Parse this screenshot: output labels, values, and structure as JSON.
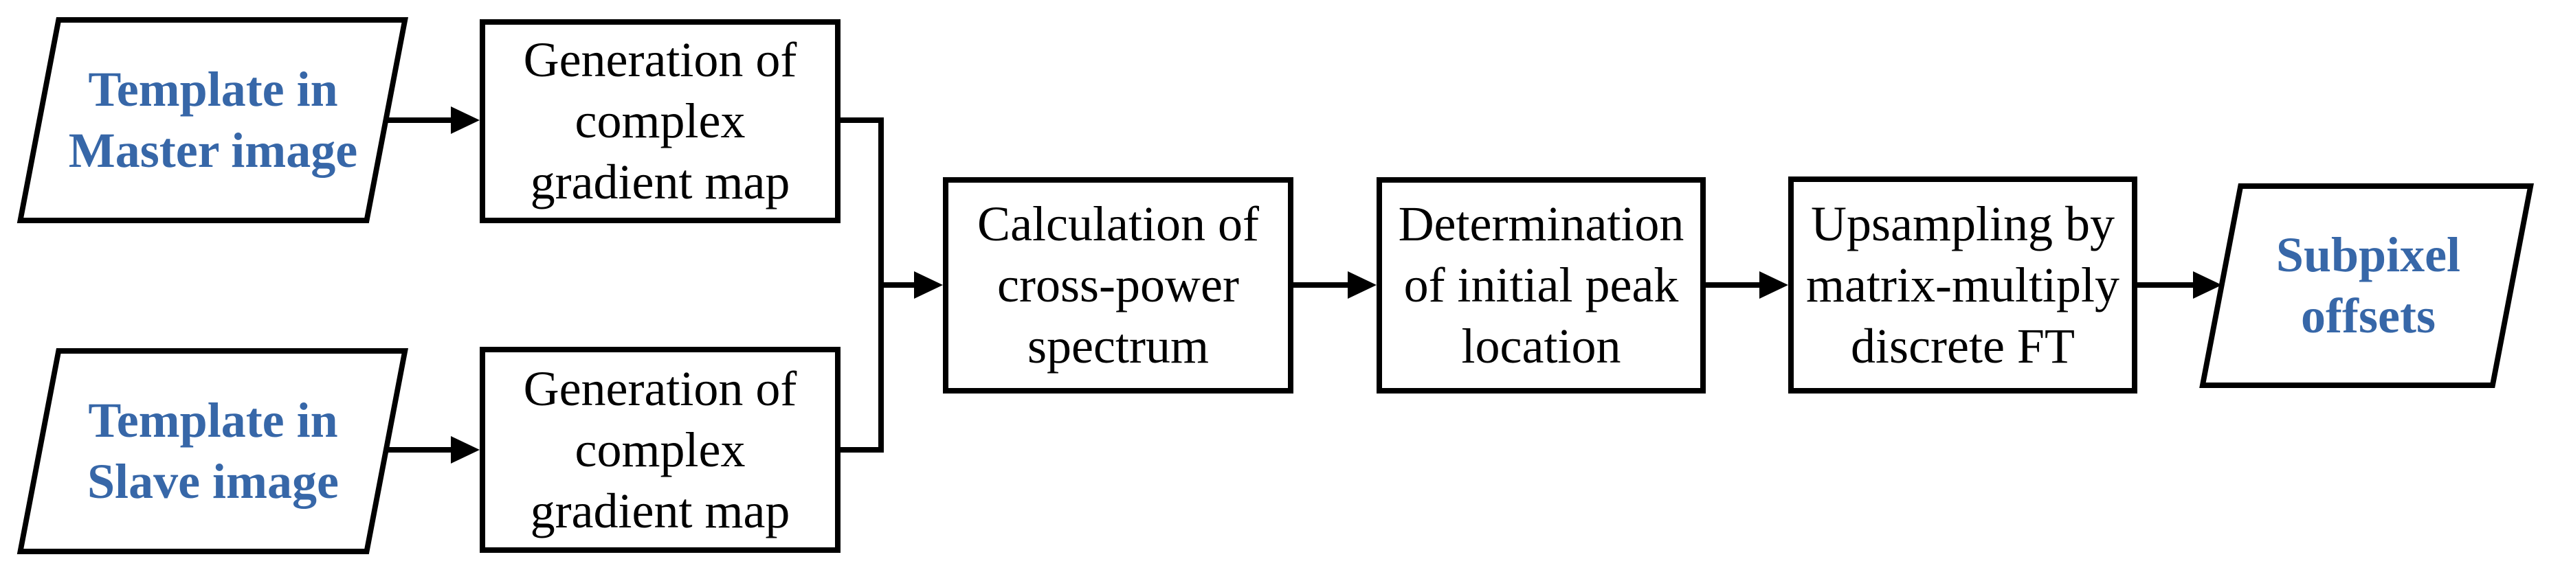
{
  "figure": {
    "type": "flowchart",
    "background_color": "#ffffff",
    "stroke_color": "#000000",
    "accent_text_color": "#3767A8",
    "nodes": [
      {
        "id": "template-master",
        "shape": "parallelogram",
        "role": "input",
        "lines": [
          "Template in",
          "Master image"
        ]
      },
      {
        "id": "generation-top",
        "shape": "rectangle",
        "role": "process",
        "lines": [
          "Generation of",
          "complex",
          "gradient map"
        ]
      },
      {
        "id": "template-slave",
        "shape": "parallelogram",
        "role": "input",
        "lines": [
          "Template in",
          "Slave image"
        ]
      },
      {
        "id": "generation-bottom",
        "shape": "rectangle",
        "role": "process",
        "lines": [
          "Generation of",
          "complex",
          "gradient map"
        ]
      },
      {
        "id": "cross-power",
        "shape": "rectangle",
        "role": "process",
        "lines": [
          "Calculation of",
          "cross-power",
          "spectrum"
        ]
      },
      {
        "id": "peak-location",
        "shape": "rectangle",
        "role": "process",
        "lines": [
          "Determination",
          "of initial peak",
          "location"
        ]
      },
      {
        "id": "upsampling",
        "shape": "rectangle",
        "role": "process",
        "lines": [
          "Upsampling by",
          "matrix-multiply",
          "discrete FT"
        ]
      },
      {
        "id": "subpixel-offsets",
        "shape": "parallelogram",
        "role": "output",
        "lines": [
          "Subpixel",
          "offsets"
        ]
      }
    ],
    "connections": [
      {
        "from": "template-master",
        "to": "generation-top"
      },
      {
        "from": "template-slave",
        "to": "generation-bottom"
      },
      {
        "from": "generation-top",
        "to": "cross-power"
      },
      {
        "from": "generation-bottom",
        "to": "cross-power"
      },
      {
        "from": "cross-power",
        "to": "peak-location"
      },
      {
        "from": "peak-location",
        "to": "upsampling"
      },
      {
        "from": "upsampling",
        "to": "subpixel-offsets"
      }
    ]
  }
}
